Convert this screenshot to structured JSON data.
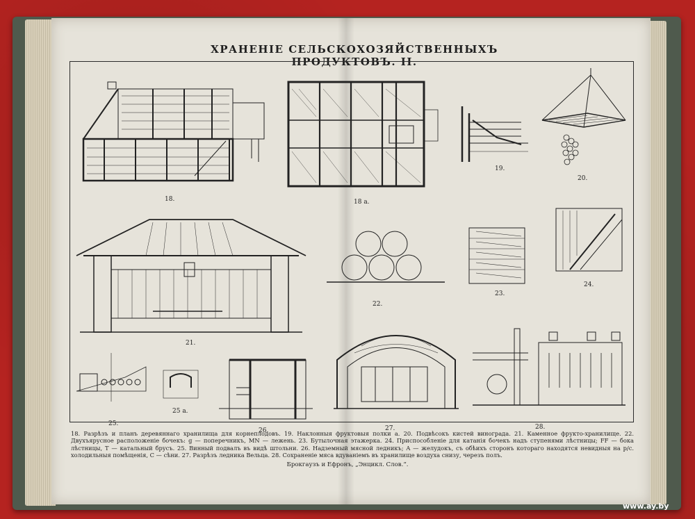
{
  "page": {
    "title": "ХРАНЕНІЕ СЕЛЬСКОХОЗЯЙСТВЕННЫХЪ ПРОДУКТОВЪ. II.",
    "caption": "18. Разрѣзъ и планъ деревяннаго хранилища для корнеплодовъ. 19. Наклонныя фруктовыя полки а. 20. Подвѣсокъ кистей винограда. 21. Каменное фрукто-хранилище. 22. Двухъярусное расположеніе бочекъ: g — поперечникъ, MN — лежень. 23. Бутылочная этажерка. 24. Приспособленіе для катанія бочекъ надъ ступенями лѣстницы; FF — бока лѣстницы, T — катальный брусъ. 25. Винный подвалъ въ видѣ штольни. 26. Надземный мясной ледникъ; A — желудокъ, съ обѣихъ сторонъ котораго находятся невидныя на р/с. холодильныя помѣщенія, C — сѣни. 27. Разрѣзъ ледника Вельца. 28. Сохраненіе мяса вдуваніемъ въ хранилище воздуха снизу, черезъ полъ.",
    "credit": "Брокгаузъ и Ефронъ, „Энцикл. Слов.“."
  },
  "figures": {
    "f18": "18.",
    "f18a": "18 a.",
    "f19": "19.",
    "f20": "20.",
    "f21": "21.",
    "f22": "22.",
    "f23": "23.",
    "f24": "24.",
    "f25": "25.",
    "f25a": "25 a.",
    "f26": "26.",
    "f27": "27.",
    "f28": "28."
  },
  "watermark": "www.ay.by"
}
